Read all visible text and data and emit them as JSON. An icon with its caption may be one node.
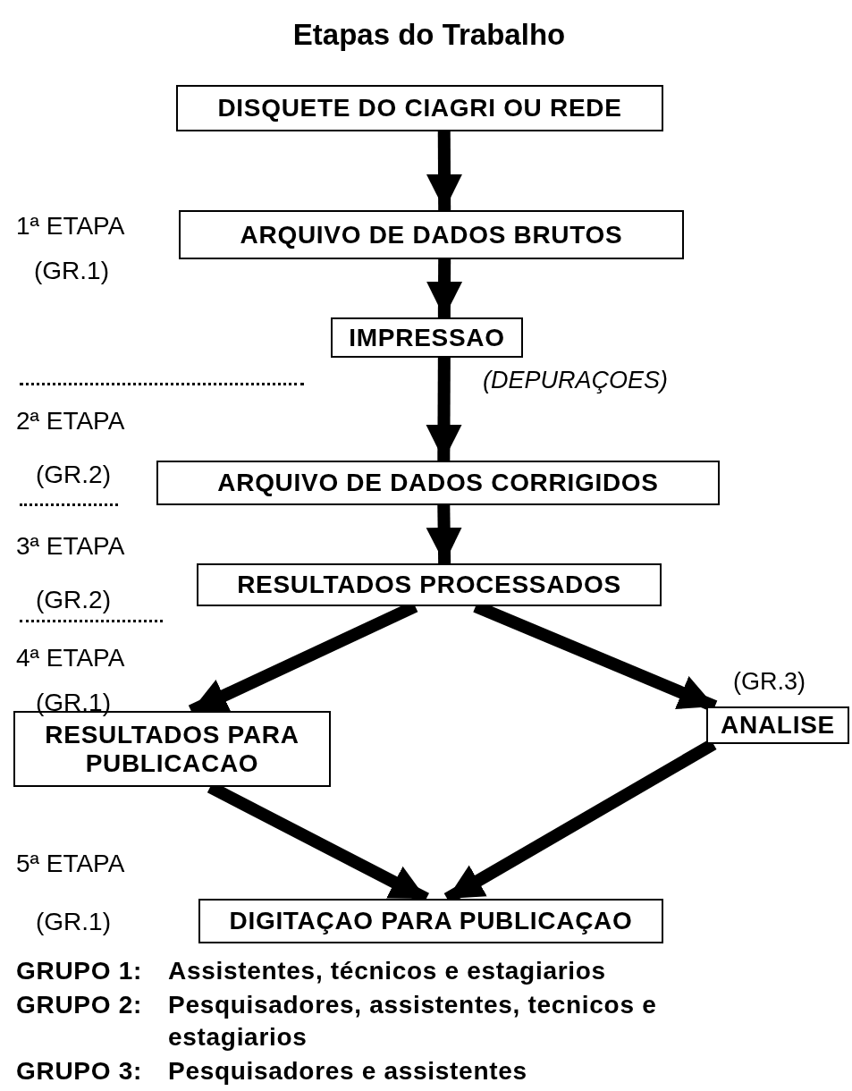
{
  "diagram": {
    "title": "Etapas do Trabalho",
    "nodes": [
      {
        "text": [
          "DISQUETE DO CIAGRI OU REDE"
        ]
      },
      {
        "text": [
          "ARQUIVO DE DADOS BRUTOS"
        ]
      },
      {
        "text": [
          "IMPRESSAO"
        ]
      },
      {
        "text": [
          "ARQUIVO DE DADOS CORRIGIDOS"
        ]
      },
      {
        "text": [
          "RESULTADOS PROCESSADOS"
        ]
      },
      {
        "text": [
          "RESULTADOS PARA PUBLICACAO"
        ]
      },
      {
        "text": [
          "ANALISE"
        ],
        "beside": [
          "(GR.3)"
        ]
      },
      {
        "text": [
          "DIGITAÇAO PARA PUBLICAÇAO"
        ]
      }
    ],
    "edges": [
      {
        "from": 0,
        "to": 1,
        "arrow": "to"
      },
      {
        "from": 1,
        "to": 2,
        "arrow": "to"
      },
      {
        "from": 2,
        "to": 3,
        "arrow": "to",
        "label": "(DEPURAÇOES)"
      },
      {
        "from": 3,
        "to": 4,
        "arrow": "to"
      },
      {
        "from": 4,
        "to": 5,
        "arrow": "to"
      },
      {
        "from": 4,
        "to": 6,
        "arrow": "to"
      },
      {
        "from": 5,
        "to": 7,
        "arrow": "to"
      },
      {
        "from": 6,
        "to": 7,
        "arrow": "to"
      }
    ],
    "labels": [
      "1ª ETAPA",
      "(GR.1)",
      "2ª ETAPA",
      "(GR.2)",
      "3ª ETAPA",
      "(GR.2)",
      "4ª ETAPA",
      "(GR.1)",
      "5ª ETAPA",
      "(GR.1)",
      "GRUPO 1:",
      "Assistentes, técnicos e estagiarios",
      "GRUPO 2:",
      "Pesquisadores, assistentes, tecnicos e estagiarios",
      "GRUPO 3:",
      "Pesquisadores e assistentes"
    ]
  }
}
